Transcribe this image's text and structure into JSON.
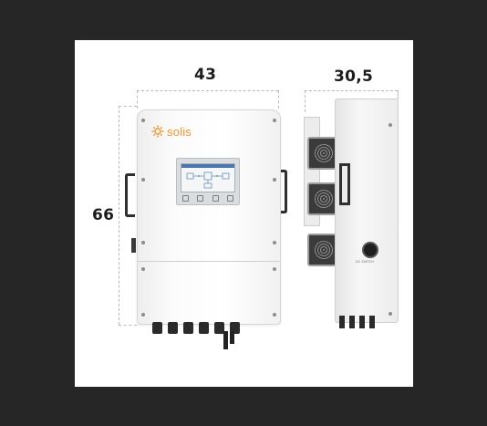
{
  "dimensions": {
    "width_label": "43",
    "depth_label": "30,5",
    "height_label": "66"
  },
  "product": {
    "brand_logo_text": "solis",
    "brand_color": "#f0962f",
    "switch_label": "DC SWITCH"
  },
  "colors": {
    "background": "#262626",
    "card": "#ffffff",
    "body": "#f7f7f7",
    "dark_parts": "#2b2b2b"
  }
}
